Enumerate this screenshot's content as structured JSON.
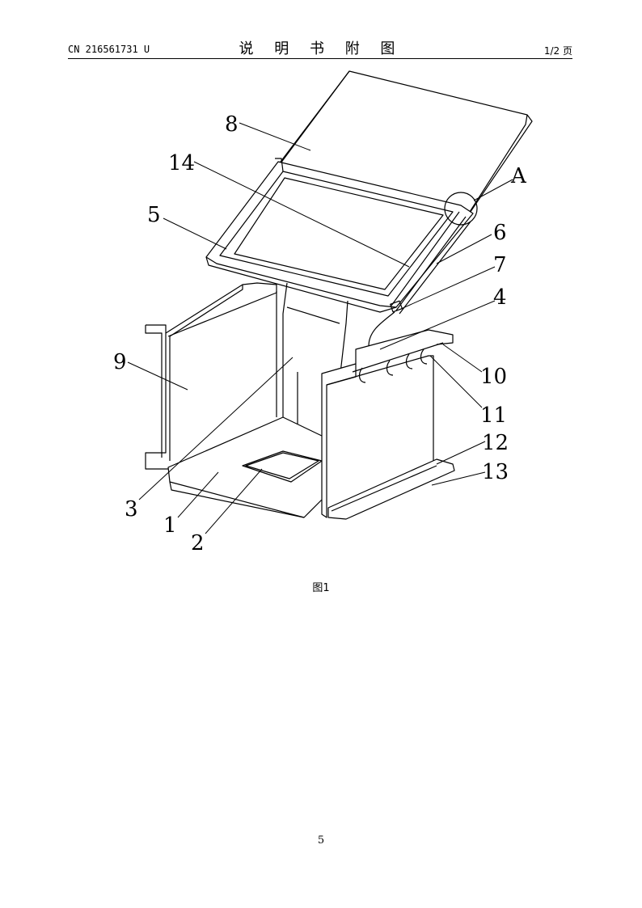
{
  "header": {
    "pub_number": "CN 216561731 U",
    "title": "说 明 书 附 图",
    "page_of": "1/2 页"
  },
  "figure": {
    "caption": "图1",
    "reference_labels": [
      "8",
      "14",
      "A",
      "5",
      "6",
      "7",
      "4",
      "9",
      "10",
      "11",
      "12",
      "13",
      "3",
      "1",
      "2"
    ]
  },
  "footer": {
    "page_number": "5"
  }
}
